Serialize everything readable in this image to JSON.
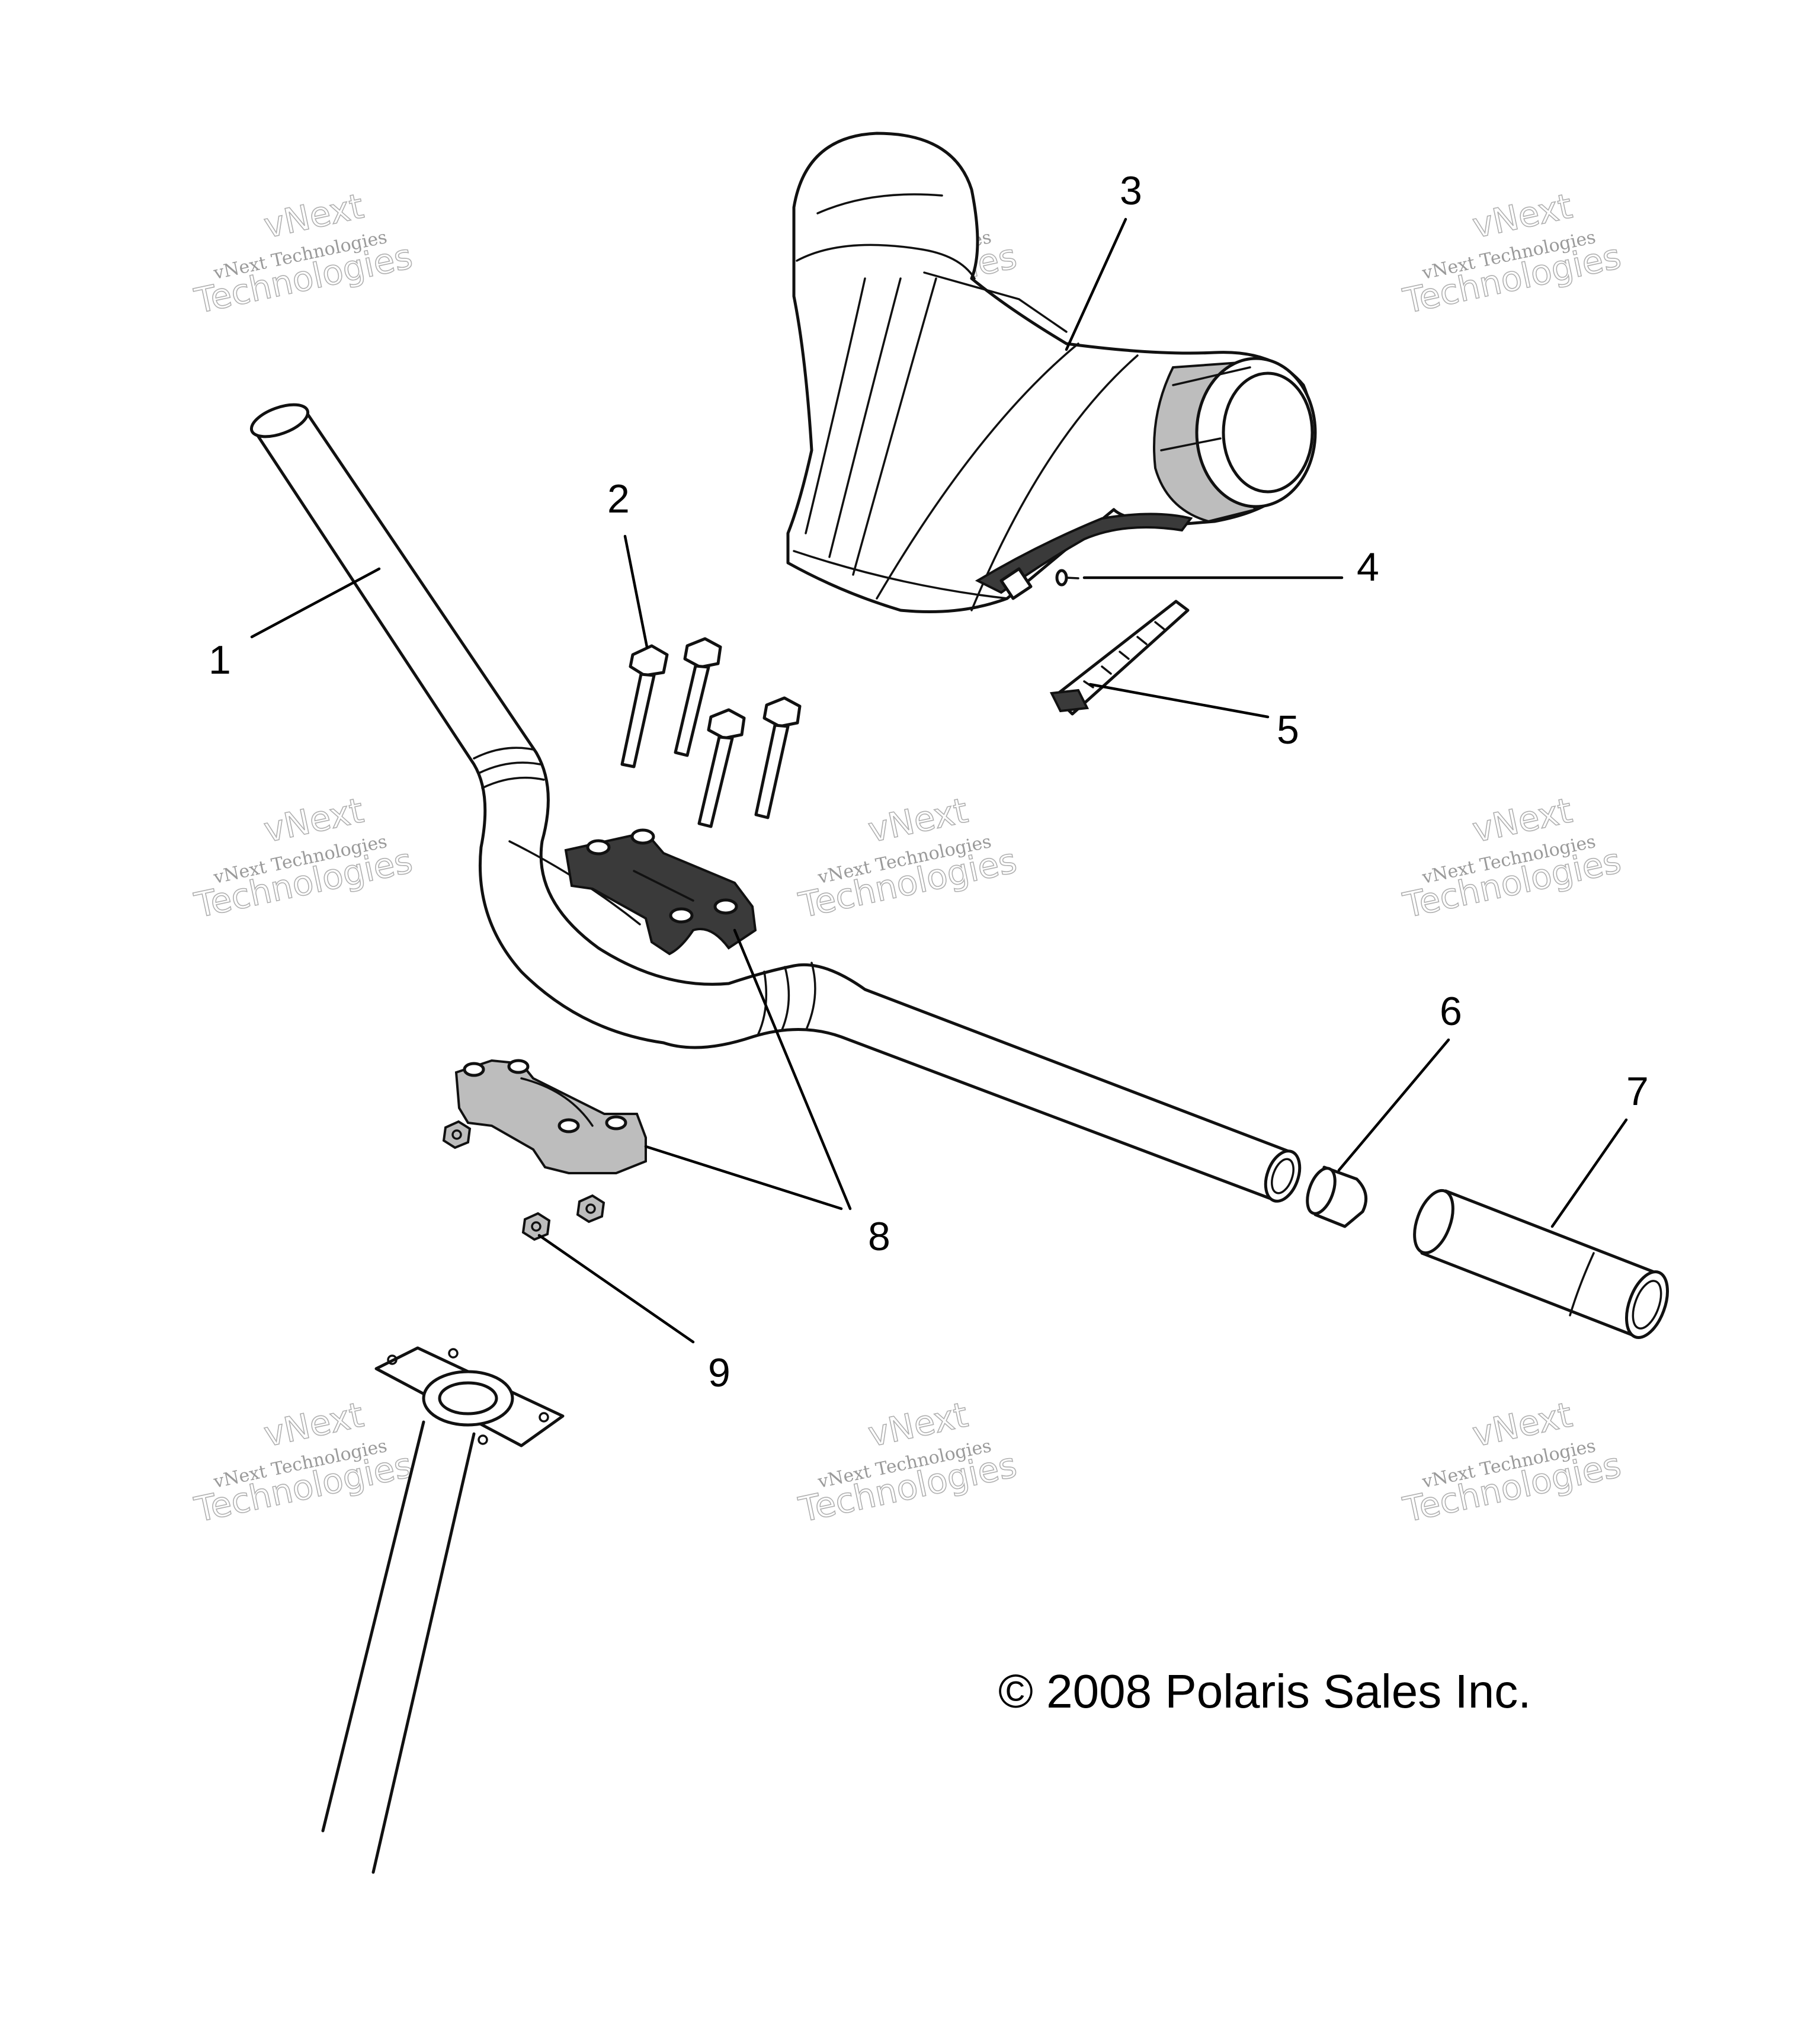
{
  "diagram": {
    "callouts": [
      "1",
      "2",
      "3",
      "4",
      "5",
      "6",
      "7",
      "8",
      "9"
    ],
    "copyright": "© 2008 Polaris Sales Inc.",
    "watermark": {
      "line1": "vNext",
      "line2": "vNext Technologies",
      "line3": "Technologies"
    }
  }
}
